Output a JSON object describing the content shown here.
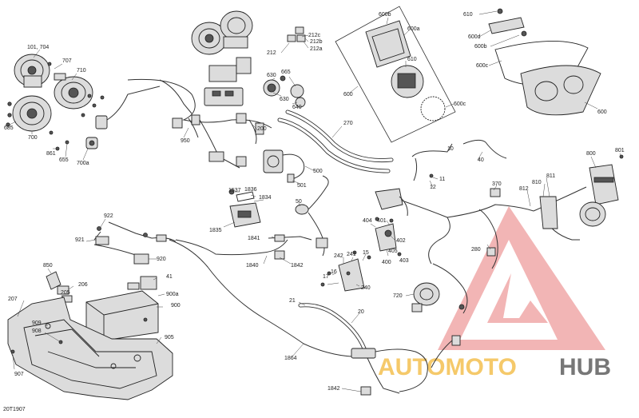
{
  "diagram_id": "20T1907",
  "watermark": {
    "brand_left": "AUTOMOTO",
    "brand_right": "HUB",
    "accent_color": "#f0a8a8",
    "text_left_color": "#f5c96a",
    "text_right_color": "#777777"
  },
  "callouts": {
    "c101_704": "101, 704",
    "c707": "707",
    "c710": "710",
    "c685": "685",
    "c700": "700",
    "c861": "861",
    "c655": "655",
    "c700a": "700a",
    "c212c": "212c",
    "c212b": "212b",
    "c212a": "212a",
    "c212": "212",
    "c630_top": "630",
    "c665": "665",
    "c630_mid": "630",
    "c640": "640",
    "c200": "200",
    "c950": "950",
    "c270": "270",
    "c500": "500",
    "c501": "501",
    "c600b": "600b",
    "c600a": "600a",
    "c610_box": "610",
    "c600_box": "600",
    "c600c_box": "600c",
    "c610_r": "610",
    "c600d": "600d",
    "c600b_r": "600b",
    "c600c_r": "600c",
    "c600_r": "600",
    "c10": "10",
    "c40": "40",
    "c11": "11",
    "c12": "12",
    "c370": "370",
    "c800": "800",
    "c801": "801",
    "c811": "811",
    "c810": "810",
    "c812": "812",
    "c1537": "1537",
    "c1836": "1836",
    "c1834": "1834",
    "c1835": "1835",
    "c50": "50",
    "c922": "922",
    "c921": "921",
    "c920": "920",
    "c1841": "1841",
    "c1840": "1840",
    "c1842_mid": "1842",
    "c404": "404",
    "c401": "401",
    "c402": "402",
    "c403": "403",
    "c405": "405",
    "c400": "400",
    "c242": "242",
    "c241": "241",
    "c15": "15",
    "c16": "16",
    "c17": "17",
    "c240": "240",
    "c850": "850",
    "c41": "41",
    "c206": "206",
    "c205": "205",
    "c900a": "900a",
    "c900": "900",
    "c207": "207",
    "c909": "909",
    "c908": "908",
    "c905": "905",
    "c907": "907",
    "c21": "21",
    "c20": "20",
    "c720": "720",
    "c280": "280",
    "c1864": "1864",
    "c1842_bot": "1842"
  }
}
